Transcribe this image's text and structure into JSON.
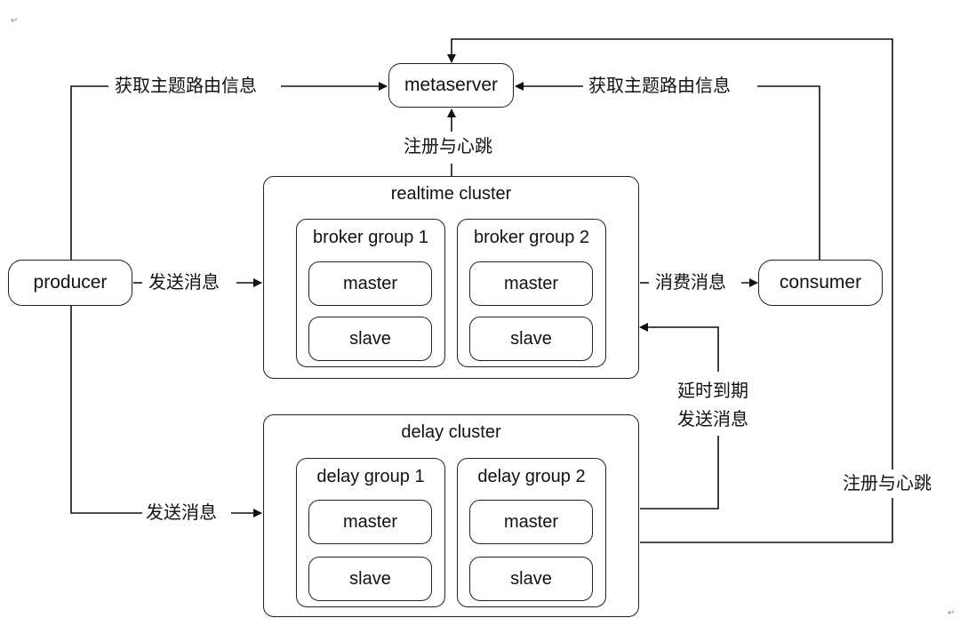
{
  "nodes": {
    "metaserver": "metaserver",
    "producer": "producer",
    "consumer": "consumer"
  },
  "realtime_cluster": {
    "title": "realtime cluster",
    "groups": [
      {
        "title": "broker group 1",
        "master": "master",
        "slave": "slave"
      },
      {
        "title": "broker group 2",
        "master": "master",
        "slave": "slave"
      }
    ]
  },
  "delay_cluster": {
    "title": "delay cluster",
    "groups": [
      {
        "title": "delay group 1",
        "master": "master",
        "slave": "slave"
      },
      {
        "title": "delay group 2",
        "master": "master",
        "slave": "slave"
      }
    ]
  },
  "edges": {
    "producer_route": "获取主题路由信息",
    "consumer_route": "获取主题路由信息",
    "realtime_register": "注册与心跳",
    "producer_send_realtime": "发送消息",
    "producer_send_delay": "发送消息",
    "consume": "消费消息",
    "delay_expire_line1": "延时到期",
    "delay_expire_line2": "发送消息",
    "delay_register": "注册与心跳"
  },
  "return_marks": [
    "↵",
    "↵"
  ]
}
